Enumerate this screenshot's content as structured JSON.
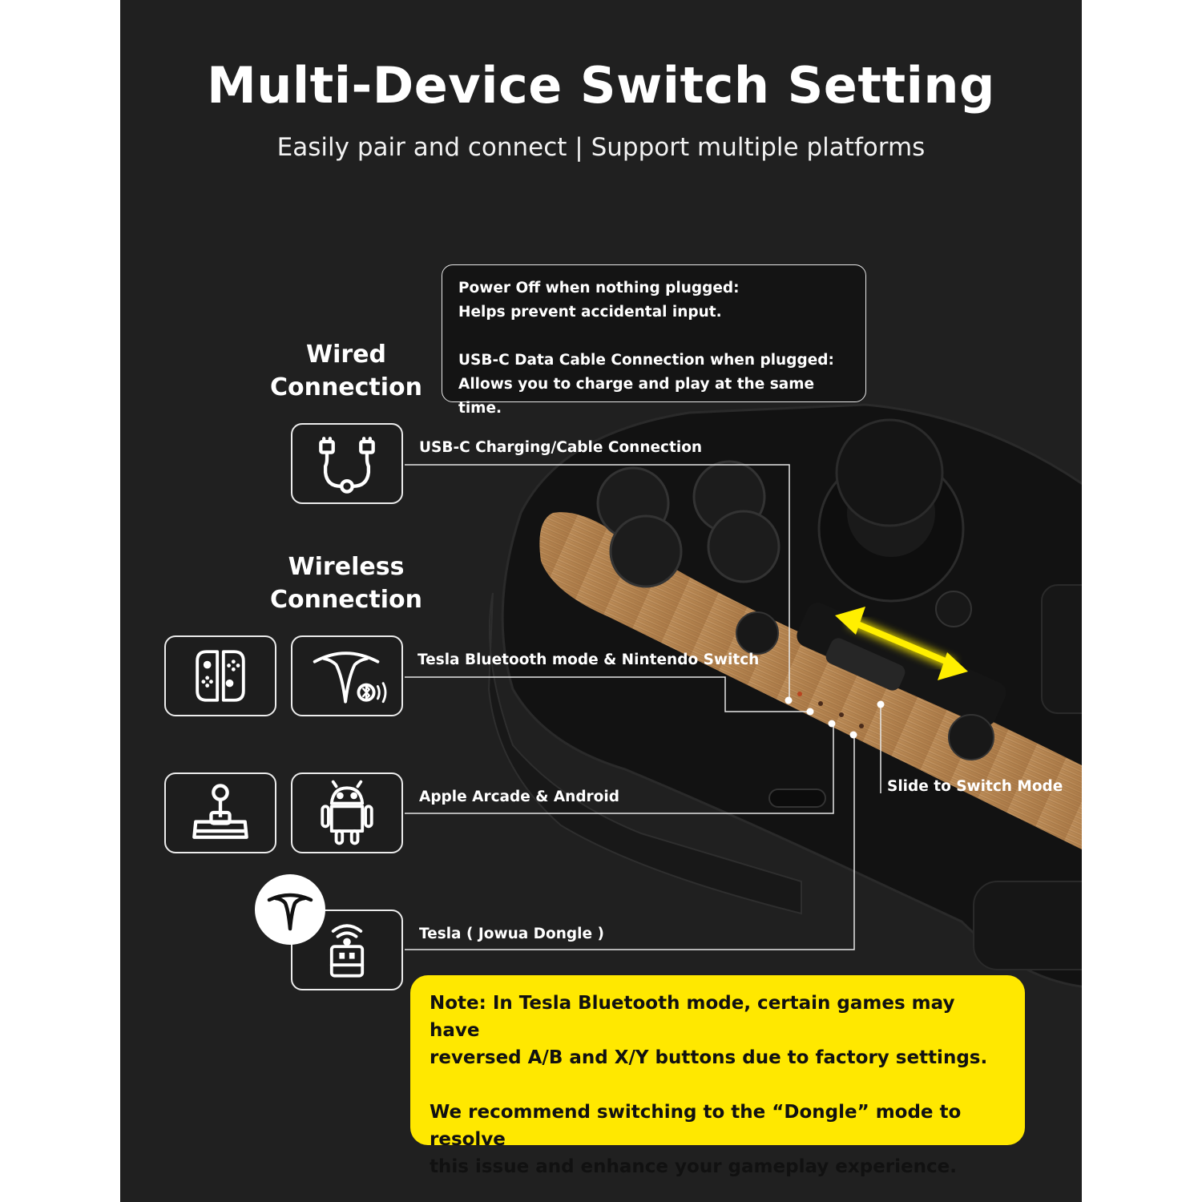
{
  "header": {
    "title": "Multi-Device Switch Setting",
    "subtitle": "Easily pair and connect | Support multiple platforms"
  },
  "sections": {
    "wired": "Wired\nConnection",
    "wireless": "Wireless\nConnection"
  },
  "info_box": {
    "line1": "Power Off when nothing plugged:",
    "line2": "Helps prevent accidental input.",
    "line3": "USB-C Data Cable Connection when plugged:",
    "line4": "Allows you to charge and play at the same time."
  },
  "callouts": {
    "usb_c": "USB-C Charging/Cable Connection",
    "tesla_bt_switch": "Tesla Bluetooth mode & Nintendo Switch",
    "apple_android": "Apple Arcade & Android",
    "tesla_dongle": "Tesla ( Jowua Dongle )",
    "slide": "Slide to Switch Mode"
  },
  "icons": {
    "usb_c": "usb-cable-icon",
    "switch": "nintendo-switch-icon",
    "tesla_bt": "tesla-bluetooth-icon",
    "arcade": "arcade-joystick-icon",
    "android": "android-icon",
    "tesla_logo": "tesla-logo-icon",
    "dongle": "wireless-dongle-icon"
  },
  "note": {
    "line1": "Note: In Tesla Bluetooth mode, certain games may have",
    "line2": "reversed A/B and X/Y buttons due to factory settings.",
    "line3": "We recommend switching to the “Dongle” mode to resolve",
    "line4": "this issue and enhance your gameplay experience."
  },
  "colors": {
    "background": "#202020",
    "accent_yellow": "#ffe800",
    "wood": "#b98a5b",
    "text": "#ffffff"
  }
}
